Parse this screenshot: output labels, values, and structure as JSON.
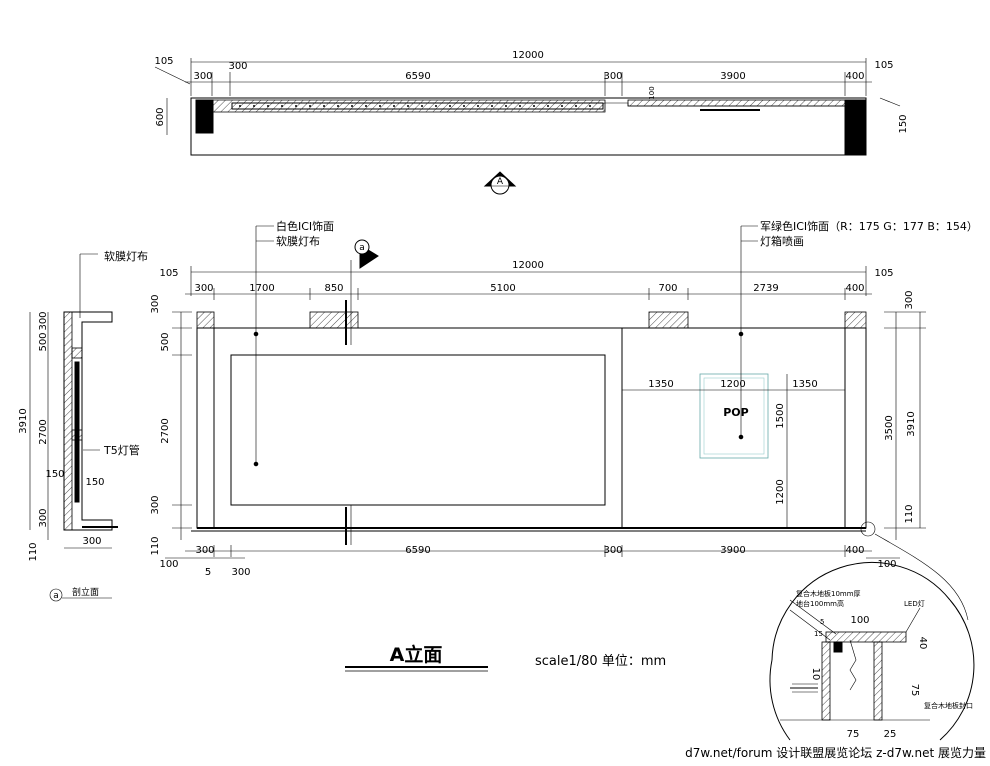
{
  "plan": {
    "overall": "12000",
    "left_edge": "105",
    "right_edge": "105",
    "segments": [
      "300",
      "300",
      "6590",
      "300",
      "3900",
      "400"
    ],
    "depth": "600",
    "right_offset": "150",
    "small_mark": "100"
  },
  "section_marker_top": "A",
  "elevation": {
    "overall": "12000",
    "left_edge": "105",
    "right_edge": "105",
    "top_segments": [
      "300",
      "1700",
      "850",
      "5100",
      "700",
      "2739",
      "400"
    ],
    "left_dims": [
      "300",
      "500",
      "2700",
      "300",
      "110"
    ],
    "right_dims": [
      "300",
      "3500",
      "3910",
      "110"
    ],
    "bottom_segments": [
      "300",
      "6590",
      "300",
      "3900",
      "400"
    ],
    "bottom_left": [
      "100",
      "5",
      "300"
    ],
    "bottom_right": "100",
    "lightbox_dims": [
      "1350",
      "1200",
      "1350"
    ],
    "lightbox_vertical": [
      "1500",
      "1200"
    ],
    "pop_label": "POP",
    "callout_left_1": "白色ICI饰面",
    "callout_left_2": "软膜灯布",
    "callout_right_1": "军绿色ICI饰面（R：175 G：177 B：154）",
    "callout_right_2": "灯箱喷画",
    "section_marker": "a"
  },
  "side_section": {
    "label_top": "软膜灯布",
    "label_tube": "T5灯管",
    "dims_outer": "3910",
    "dims_inner": [
      "300",
      "500",
      "2700",
      "300",
      "110"
    ],
    "dim_150a": "150",
    "dim_150b": "150",
    "bottom_dim": "300",
    "caption_marker": "a",
    "caption": "剖立面"
  },
  "detail": {
    "label_floor": "复合木地板10mm厚",
    "label_platform": "地台100mm高",
    "label_led": "LED灯",
    "label_seal": "复合木地板封口",
    "dims": [
      "100",
      "15",
      "5",
      "40",
      "10",
      "75",
      "75",
      "25"
    ]
  },
  "title_block": {
    "title": "A立面",
    "scale": "scale1/80  单位：mm"
  },
  "footer": "d7w.net/forum 设计联盟展览论坛   z-d7w.net 展览力量"
}
